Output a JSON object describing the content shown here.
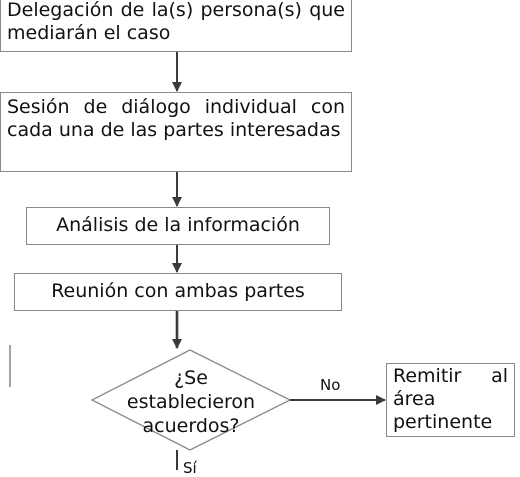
{
  "steps": {
    "delegacion": "Delegación de la(s) persona(s) que mediarán el caso",
    "sesion": "Sesión de diálogo individual con cada una de las partes interesadas",
    "analisis": "Análisis de la información",
    "reunion": "Reunión con ambas partes"
  },
  "decision": {
    "line1": "¿Se",
    "line2": "establecieron",
    "line3": "acuerdos?"
  },
  "outcomes": {
    "no_label": "No",
    "no_target": "Remitir al área pertinente",
    "yes_label": "Sí"
  },
  "colors": {
    "box_border": "#8a8a8a",
    "connector": "#3a3a3a",
    "text": "#111111"
  }
}
